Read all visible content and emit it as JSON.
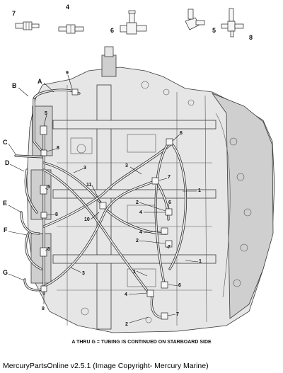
{
  "fittings": {
    "f7": "7",
    "f4": "4",
    "f6": "6",
    "f5": "5",
    "f8": "8"
  },
  "callouts": {
    "A": "A",
    "B": "B",
    "C": "C",
    "D": "D",
    "E": "E",
    "F": "F",
    "G": "G",
    "n9": "9",
    "n5a": "5",
    "n8a": "8",
    "n3a": "3",
    "n5b": "5",
    "n8b": "8",
    "n11": "11",
    "n10": "10",
    "n5c": "5",
    "n3b": "3",
    "n8c": "8",
    "n6a": "6",
    "n3c": "3",
    "n7a": "7",
    "n1a": "1",
    "n2a": "2",
    "n6b": "6",
    "n4a": "4",
    "n4b": "4",
    "n2b": "2",
    "n7b": "7",
    "n1b": "1",
    "n1c": "1",
    "n6c": "6",
    "n4c": "4",
    "n7c": "7",
    "n2c": "2"
  },
  "footnote": "A THRU G = TUBING IS CONTINUED ON STARBOARD SIDE",
  "caption": "MercuryPartsOnline v2.5.1 (Image Copyright- Mercury Marine)"
}
